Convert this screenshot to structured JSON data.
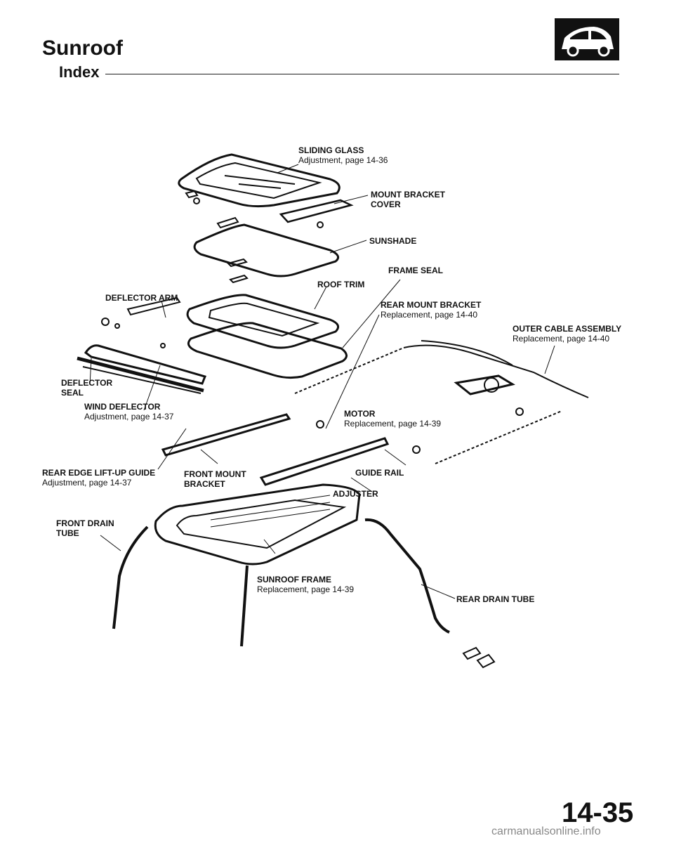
{
  "header": {
    "title": "Sunroof",
    "subtitle": "Index"
  },
  "labels": {
    "sliding_glass": {
      "name": "SLIDING GLASS",
      "note": "Adjustment, page 14-36"
    },
    "mount_bracket_cover": {
      "line1": "MOUNT BRACKET",
      "line2": "COVER"
    },
    "sunshade": {
      "name": "SUNSHADE"
    },
    "frame_seal": {
      "name": "FRAME SEAL"
    },
    "roof_trim": {
      "name": "ROOF TRIM"
    },
    "deflector_arm": {
      "name": "DEFLECTOR ARM"
    },
    "rear_mount_bracket": {
      "name": "REAR MOUNT BRACKET",
      "note": "Replacement, page 14-40"
    },
    "outer_cable_assembly": {
      "name": "OUTER CABLE ASSEMBLY",
      "note": "Replacement, page 14-40"
    },
    "deflector_seal": {
      "line1": "DEFLECTOR",
      "line2": "SEAL"
    },
    "wind_deflector": {
      "name": "WIND DEFLECTOR",
      "note": "Adjustment, page 14-37"
    },
    "motor": {
      "name": "MOTOR",
      "note": "Replacement, page 14-39"
    },
    "rear_edge_lift_up_guide": {
      "name": "REAR EDGE LIFT-UP GUIDE",
      "note": "Adjustment, page 14-37"
    },
    "front_mount_bracket": {
      "line1": "FRONT MOUNT",
      "line2": "BRACKET"
    },
    "guide_rail": {
      "name": "GUIDE RAIL"
    },
    "adjuster": {
      "name": "ADJUSTER"
    },
    "front_drain_tube": {
      "line1": "FRONT DRAIN",
      "line2": "TUBE"
    },
    "sunroof_frame": {
      "name": "SUNROOF FRAME",
      "note": "Replacement, page 14-39"
    },
    "rear_drain_tube": {
      "name": "REAR DRAIN TUBE"
    }
  },
  "page_number": "14-35",
  "footer": "carmanualsonline.info"
}
